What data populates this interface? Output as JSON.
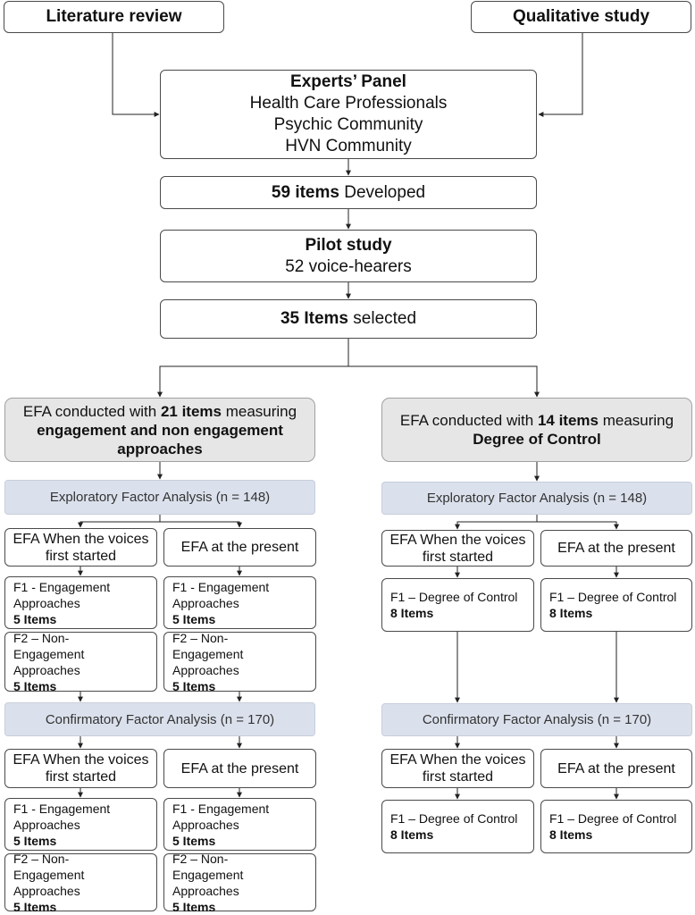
{
  "boxes": {
    "literature_review": "Literature review",
    "qualitative_study": "Qualitative study",
    "experts_panel": {
      "title": "Experts’ Panel",
      "lines": [
        "Health Care Professionals",
        "Psychic Community",
        "HVN Community"
      ]
    },
    "items_developed": {
      "bold": "59 items",
      "rest": " Developed"
    },
    "pilot_study": {
      "title": "Pilot study",
      "line": "52 voice-hearers"
    },
    "items_selected": {
      "bold": "35 Items",
      "rest": " selected"
    }
  },
  "left_branch": {
    "efa_header": {
      "pre": "EFA conducted with ",
      "bold1": "21 items",
      "mid": " measuring",
      "bold2": "engagement and non engagement approaches"
    },
    "efa_bar": "Exploratory Factor Analysis (n = 148)",
    "cfa_bar": "Confirmatory Factor Analysis (n = 170)",
    "col_first": "EFA When the voices first started",
    "col_present": "EFA at the present",
    "f1_line1": "F1 - Engagement",
    "f1_line2": "Approaches ",
    "f1_items": "5 Items",
    "f2_line1": "F2 – Non-",
    "f2_line2": "Engagement",
    "f2_line3": "Approaches ",
    "f2_items": "5 Items"
  },
  "right_branch": {
    "efa_header": {
      "pre": "EFA conducted with ",
      "bold1": "14 items",
      "mid": " measuring",
      "bold2": "Degree of Control"
    },
    "efa_bar": "Exploratory Factor Analysis (n = 148)",
    "cfa_bar": "Confirmatory Factor Analysis (n = 170)",
    "col_first": "EFA When the voices first started",
    "col_present": "EFA at the present",
    "f1_line1": "F1 – Degree of Control",
    "f1_items": "8 Items"
  }
}
